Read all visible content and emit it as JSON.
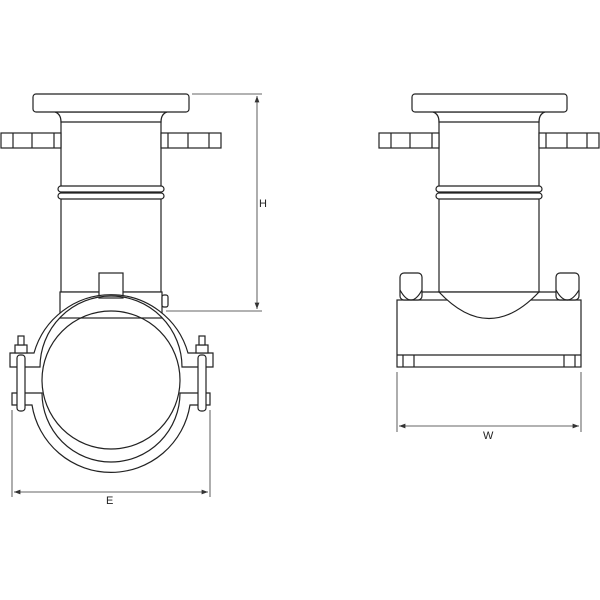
{
  "dimensions": {
    "height_label": "H",
    "saddle_width_label": "E",
    "body_width_label": "W"
  }
}
